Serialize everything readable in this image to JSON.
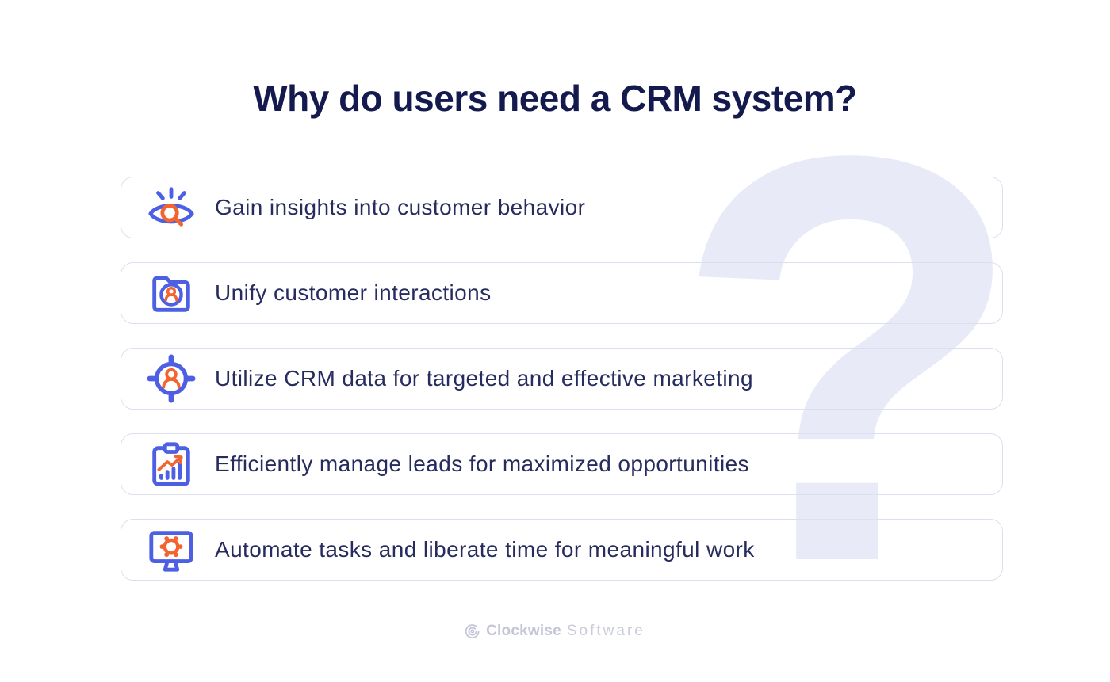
{
  "title": "Why do users need a CRM system?",
  "watermark_glyph": "?",
  "cards": [
    {
      "icon": "eye-search-icon",
      "label": "Gain insights into customer behavior"
    },
    {
      "icon": "folder-user-icon",
      "label": "Unify customer interactions"
    },
    {
      "icon": "target-user-icon",
      "label": "Utilize CRM data for targeted and effective marketing"
    },
    {
      "icon": "clipboard-chart-icon",
      "label": "Efficiently manage leads for maximized opportunities"
    },
    {
      "icon": "monitor-gear-icon",
      "label": "Automate tasks and liberate time for meaningful work"
    }
  ],
  "footer": {
    "logo_icon": "clockwise-spiral-icon",
    "brand_bold": "Clockwise",
    "brand_light": "Software"
  },
  "colors": {
    "accent_blue": "#4D5FE3",
    "accent_orange": "#F26430",
    "title_navy": "#141A4E",
    "label_navy": "#262C5E",
    "card_border": "#DCDFEE",
    "watermark": "#E8EBF7",
    "footer_gray": "#C5C8D8"
  }
}
